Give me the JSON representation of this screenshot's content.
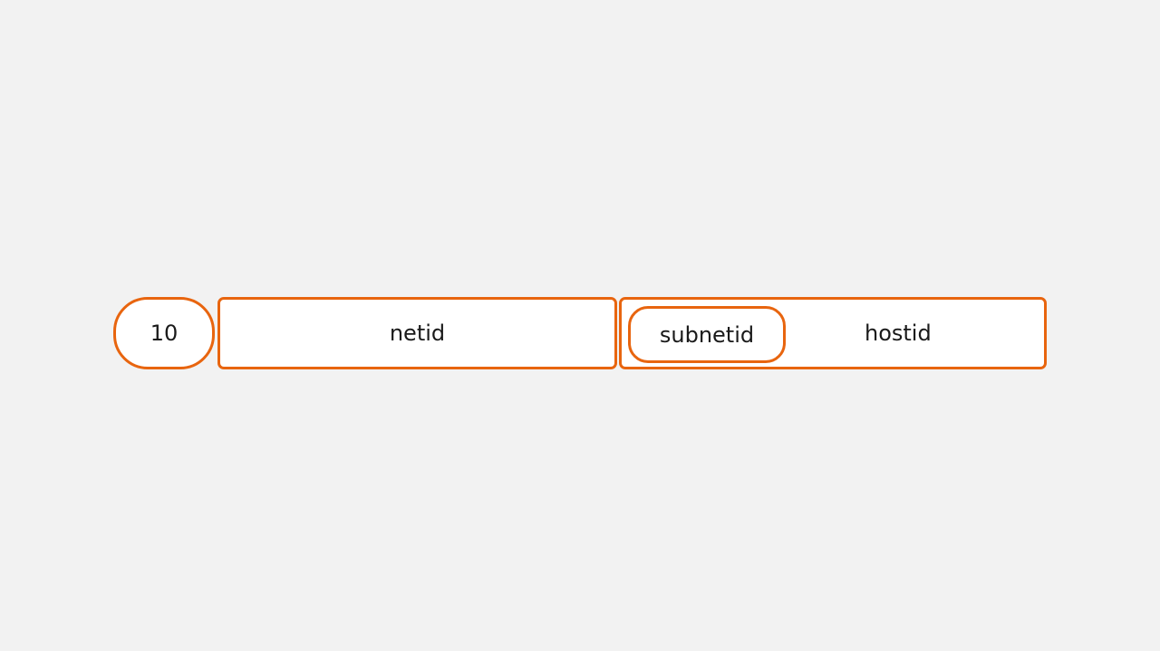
{
  "diagram": {
    "first_octet_label": "10",
    "netid_label": "netid",
    "subnetid_label": "subnetid",
    "hostid_label": "hostid",
    "accent_color": "#e8650f",
    "background_color": "#f2f2f2"
  }
}
